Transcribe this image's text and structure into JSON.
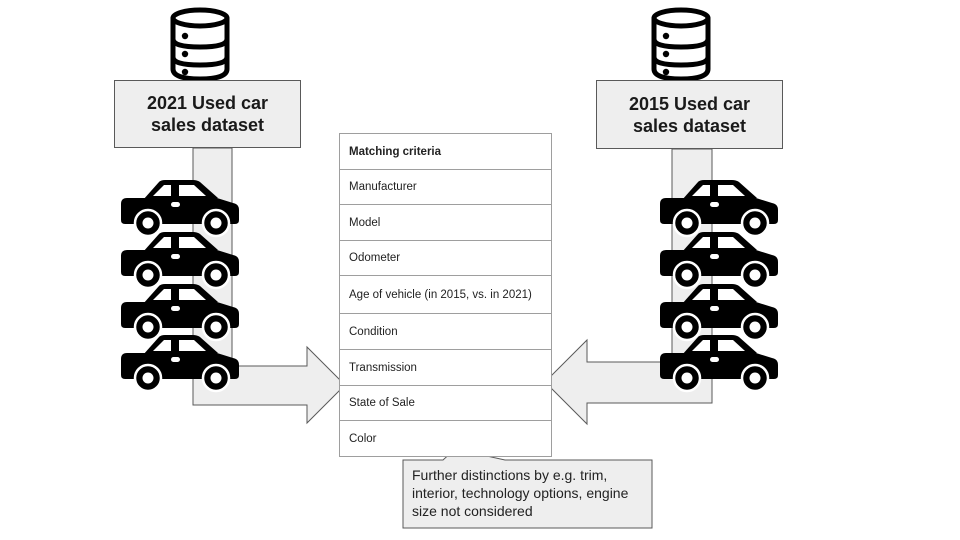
{
  "left_dataset": {
    "label": "2021 Used car sales dataset",
    "icon": "database-icon",
    "car_count": 4
  },
  "right_dataset": {
    "label": "2015 Used car sales dataset",
    "icon": "database-icon",
    "car_count": 4
  },
  "criteria_table": {
    "header": "Matching criteria",
    "rows": [
      "Manufacturer",
      "Model",
      "Odometer",
      "Age of vehicle (in 2015, vs. in 2021)",
      "Condition",
      "Transmission",
      "State of Sale",
      "Color"
    ]
  },
  "callout": {
    "text": "Further distinctions by e.g. trim, interior, technology options, engine size not considered"
  },
  "colors": {
    "shape_fill": "#eeeeee",
    "shape_stroke": "#595959",
    "icon": "#000000",
    "table_border": "#9e9e9e"
  }
}
